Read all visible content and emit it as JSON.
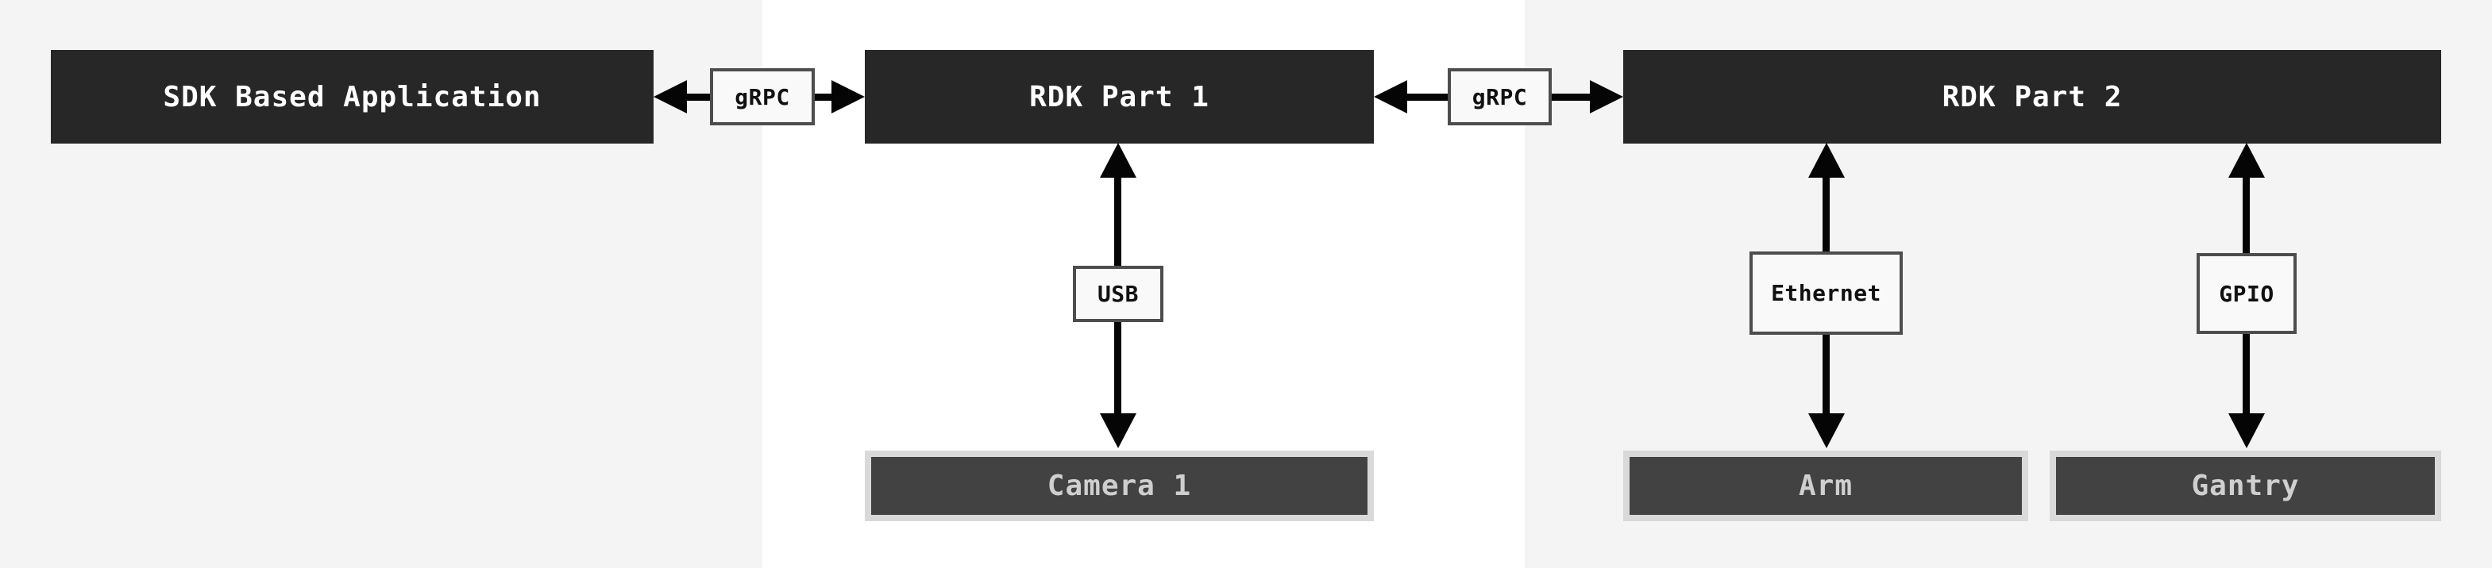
{
  "colors": {
    "page_bg": "#f4f4f4",
    "highlight_bg": "#ffffff",
    "node_bg": "#272727",
    "node_text": "#ffffff",
    "label_bg": "#f9f9f9",
    "label_border": "#4d4d4d",
    "label_text": "#111111",
    "device_bg": "#424242",
    "device_frame": "#d9d9d9",
    "device_text": "#cfcfcf",
    "arrow": "#050505"
  },
  "nodes": {
    "sdk_app": "SDK Based Application",
    "rdk_part_1": "RDK Part 1",
    "rdk_part_2": "RDK Part 2"
  },
  "devices": {
    "camera": "Camera 1",
    "arm": "Arm",
    "gantry": "Gantry"
  },
  "connectors": {
    "grpc_left": "gRPC",
    "grpc_right": "gRPC",
    "usb": "USB",
    "ethernet": "Ethernet",
    "gpio": "GPIO"
  }
}
